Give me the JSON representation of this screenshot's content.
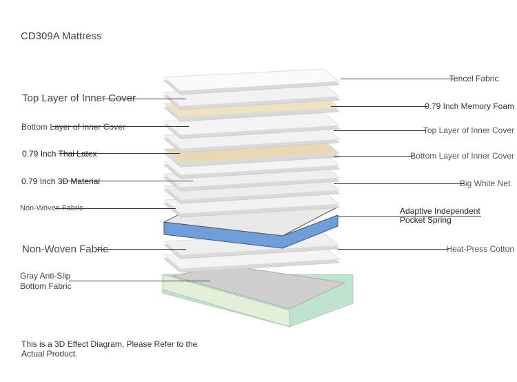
{
  "title": "CD309A Mattress",
  "left_labels": [
    {
      "text": "Top Layer of Inner Cover"
    },
    {
      "text": "Bottom Layer of Inner Cover"
    },
    {
      "text": "0.79 Inch Thai Latex"
    },
    {
      "text": "0.79 Inch 3D Material"
    },
    {
      "text": "Non-Woven Fabric"
    },
    {
      "text": "Non-Woven Fabric"
    },
    {
      "line1": "Gray Anti-Slip",
      "line2": "Bottom Fabric"
    }
  ],
  "right_labels": [
    {
      "text": "Tencel Fabric"
    },
    {
      "text": "0.79 Inch Memory Foam"
    },
    {
      "text": "Top Layer of Inner Cover"
    },
    {
      "text": "Bottom Layer of Inner Cover"
    },
    {
      "text": "Big White Net"
    },
    {
      "line1": "Adaptive Independent",
      "line2": "Pocket Spring"
    },
    {
      "text": "Heat-Press Cotton"
    }
  ],
  "note": {
    "line1": "This is a 3D Effect Diagram, Please Refer to the",
    "line2": "Actual Product."
  },
  "colors": {
    "sheet": "#f2f2f2",
    "foam": "#efe3bf",
    "latex": "#e9d9b2",
    "spring": "#6f9fd8",
    "base": "#bfe3cf"
  }
}
